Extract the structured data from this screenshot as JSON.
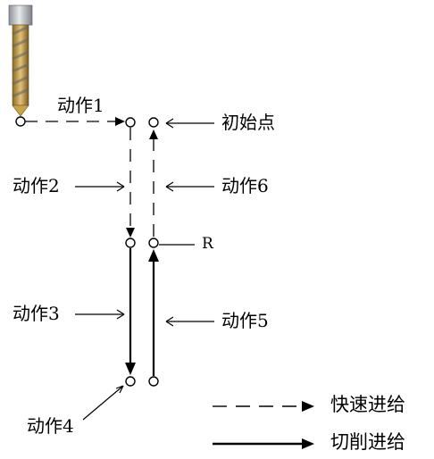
{
  "drill_icon": "drill-bit-icon",
  "labels": {
    "action1": "动作1",
    "action2": "动作2",
    "action3": "动作3",
    "action4": "动作4",
    "action5": "动作5",
    "action6": "动作6",
    "initial_point": "初始点",
    "r_point": "R"
  },
  "legend": {
    "rapid": "快速进给",
    "cutting": "切削进给"
  },
  "colors": {
    "line": "#000000",
    "drill_gold": "#c9a24a",
    "drill_silver": "#b9bcc0"
  }
}
